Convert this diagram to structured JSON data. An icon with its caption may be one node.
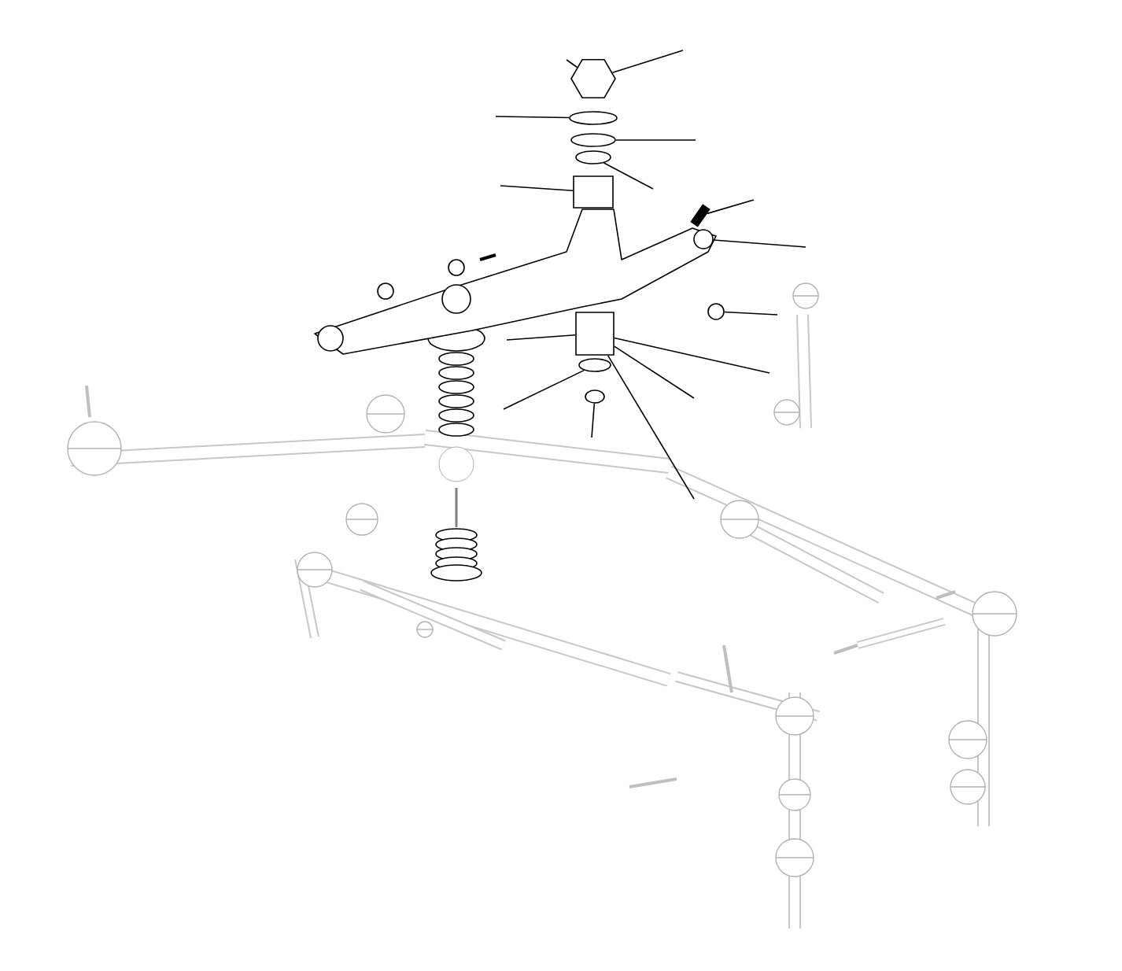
{
  "diagram": {
    "nodes": [
      {
        "text": [],
        "shape": "picture"
      },
      {
        "text": [],
        "shape": "circle"
      },
      {
        "text": [],
        "shape": "circle"
      },
      {
        "text": [],
        "shape": "circle"
      },
      {
        "text": [],
        "shape": "box"
      },
      {
        "text": [],
        "shape": "bar"
      },
      {
        "text": [],
        "shape": "circle"
      },
      {
        "text": [],
        "shape": "circle"
      },
      {
        "text": [],
        "shape": "box"
      },
      {
        "text": [],
        "shape": "circle"
      },
      {
        "text": [],
        "shape": "circle"
      }
    ],
    "edges": [
      {
        "from": null,
        "to": 0,
        "arrow": "none"
      },
      {
        "from": null,
        "to": 0,
        "arrow": "none"
      },
      {
        "from": null,
        "to": 1,
        "arrow": "none"
      },
      {
        "from": null,
        "to": 2,
        "arrow": "none"
      },
      {
        "from": null,
        "to": 4,
        "arrow": "none"
      },
      {
        "from": null,
        "to": 3,
        "arrow": "none"
      },
      {
        "from": null,
        "to": 5,
        "arrow": "none"
      },
      {
        "from": null,
        "to": 6,
        "arrow": "none"
      },
      {
        "from": null,
        "to": 7,
        "arrow": "none"
      },
      {
        "from": null,
        "to": 8,
        "arrow": "none"
      },
      {
        "from": null,
        "to": 8,
        "arrow": "none"
      },
      {
        "from": null,
        "to": 8,
        "arrow": "none"
      },
      {
        "from": null,
        "to": 9,
        "arrow": "none"
      },
      {
        "from": null,
        "to": 10,
        "arrow": "none"
      },
      {
        "from": null,
        "to": 8,
        "arrow": "none"
      }
    ]
  }
}
